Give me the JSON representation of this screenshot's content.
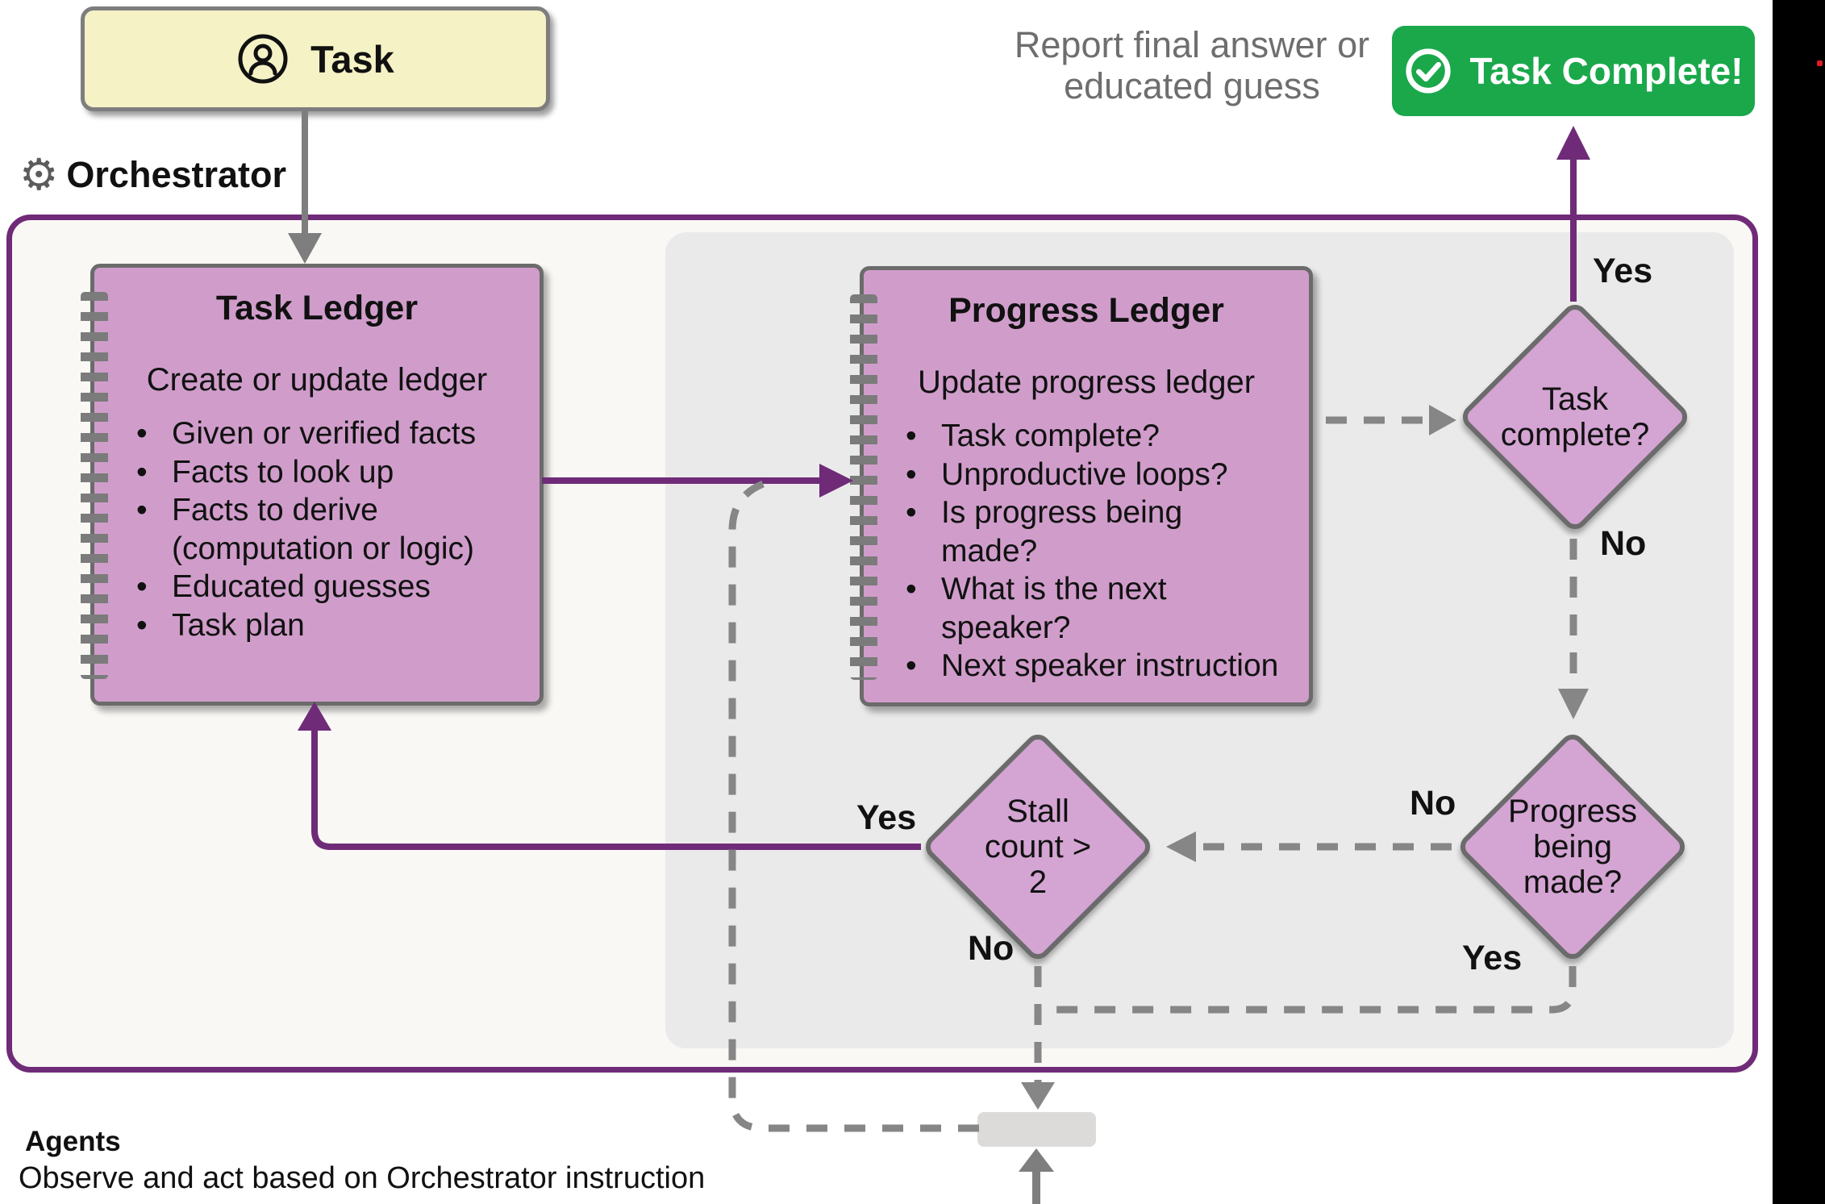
{
  "colors": {
    "purple": "#6f2b78",
    "green": "#1aa84b",
    "yellow": "#f5f2c5",
    "notebook": "#d09dcb",
    "diamond": "#d4a4d3",
    "grayBorder": "#6b6b6b",
    "grayArrow": "#7e7e7e",
    "dashGray": "#868686",
    "panel": "#ebeaea",
    "containerBg": "#faf8f5",
    "agentsBox": "#dcdbd9",
    "reportText": "#6e6e6e",
    "redDot": "#e01b24"
  },
  "header": {
    "task_label": "Task",
    "orchestrator_label": "Orchestrator",
    "report_note": "Report final answer or\neducated guess",
    "task_complete_label": "Task Complete!",
    "gear_glyph": "⚙"
  },
  "ledgers": {
    "bullet_char": "•"
  },
  "task_ledger": {
    "title": "Task Ledger",
    "subtitle": "Create or update ledger",
    "items": [
      "Given or verified facts",
      "Facts to look up",
      "Facts to derive\n(computation or logic)",
      "Educated guesses",
      "Task plan"
    ]
  },
  "progress_ledger": {
    "title": "Progress Ledger",
    "subtitle": "Update progress ledger",
    "items": [
      "Task complete?",
      "Unproductive loops?",
      "Is progress being\nmade?",
      "What is the next\nspeaker?",
      "Next speaker instruction"
    ]
  },
  "decisions": {
    "task_complete": "Task\ncomplete?",
    "progress_being_made": "Progress\nbeing\nmade?",
    "stall_count": "Stall\ncount >\n2"
  },
  "edge_labels": {
    "task_complete_yes": "Yes",
    "task_complete_no": "No",
    "progress_no": "No",
    "progress_yes": "Yes",
    "stall_yes": "Yes",
    "stall_no": "No"
  },
  "footer": {
    "agents_title": "Agents",
    "agents_subtitle": "Observe and act based on Orchestrator instruction"
  }
}
